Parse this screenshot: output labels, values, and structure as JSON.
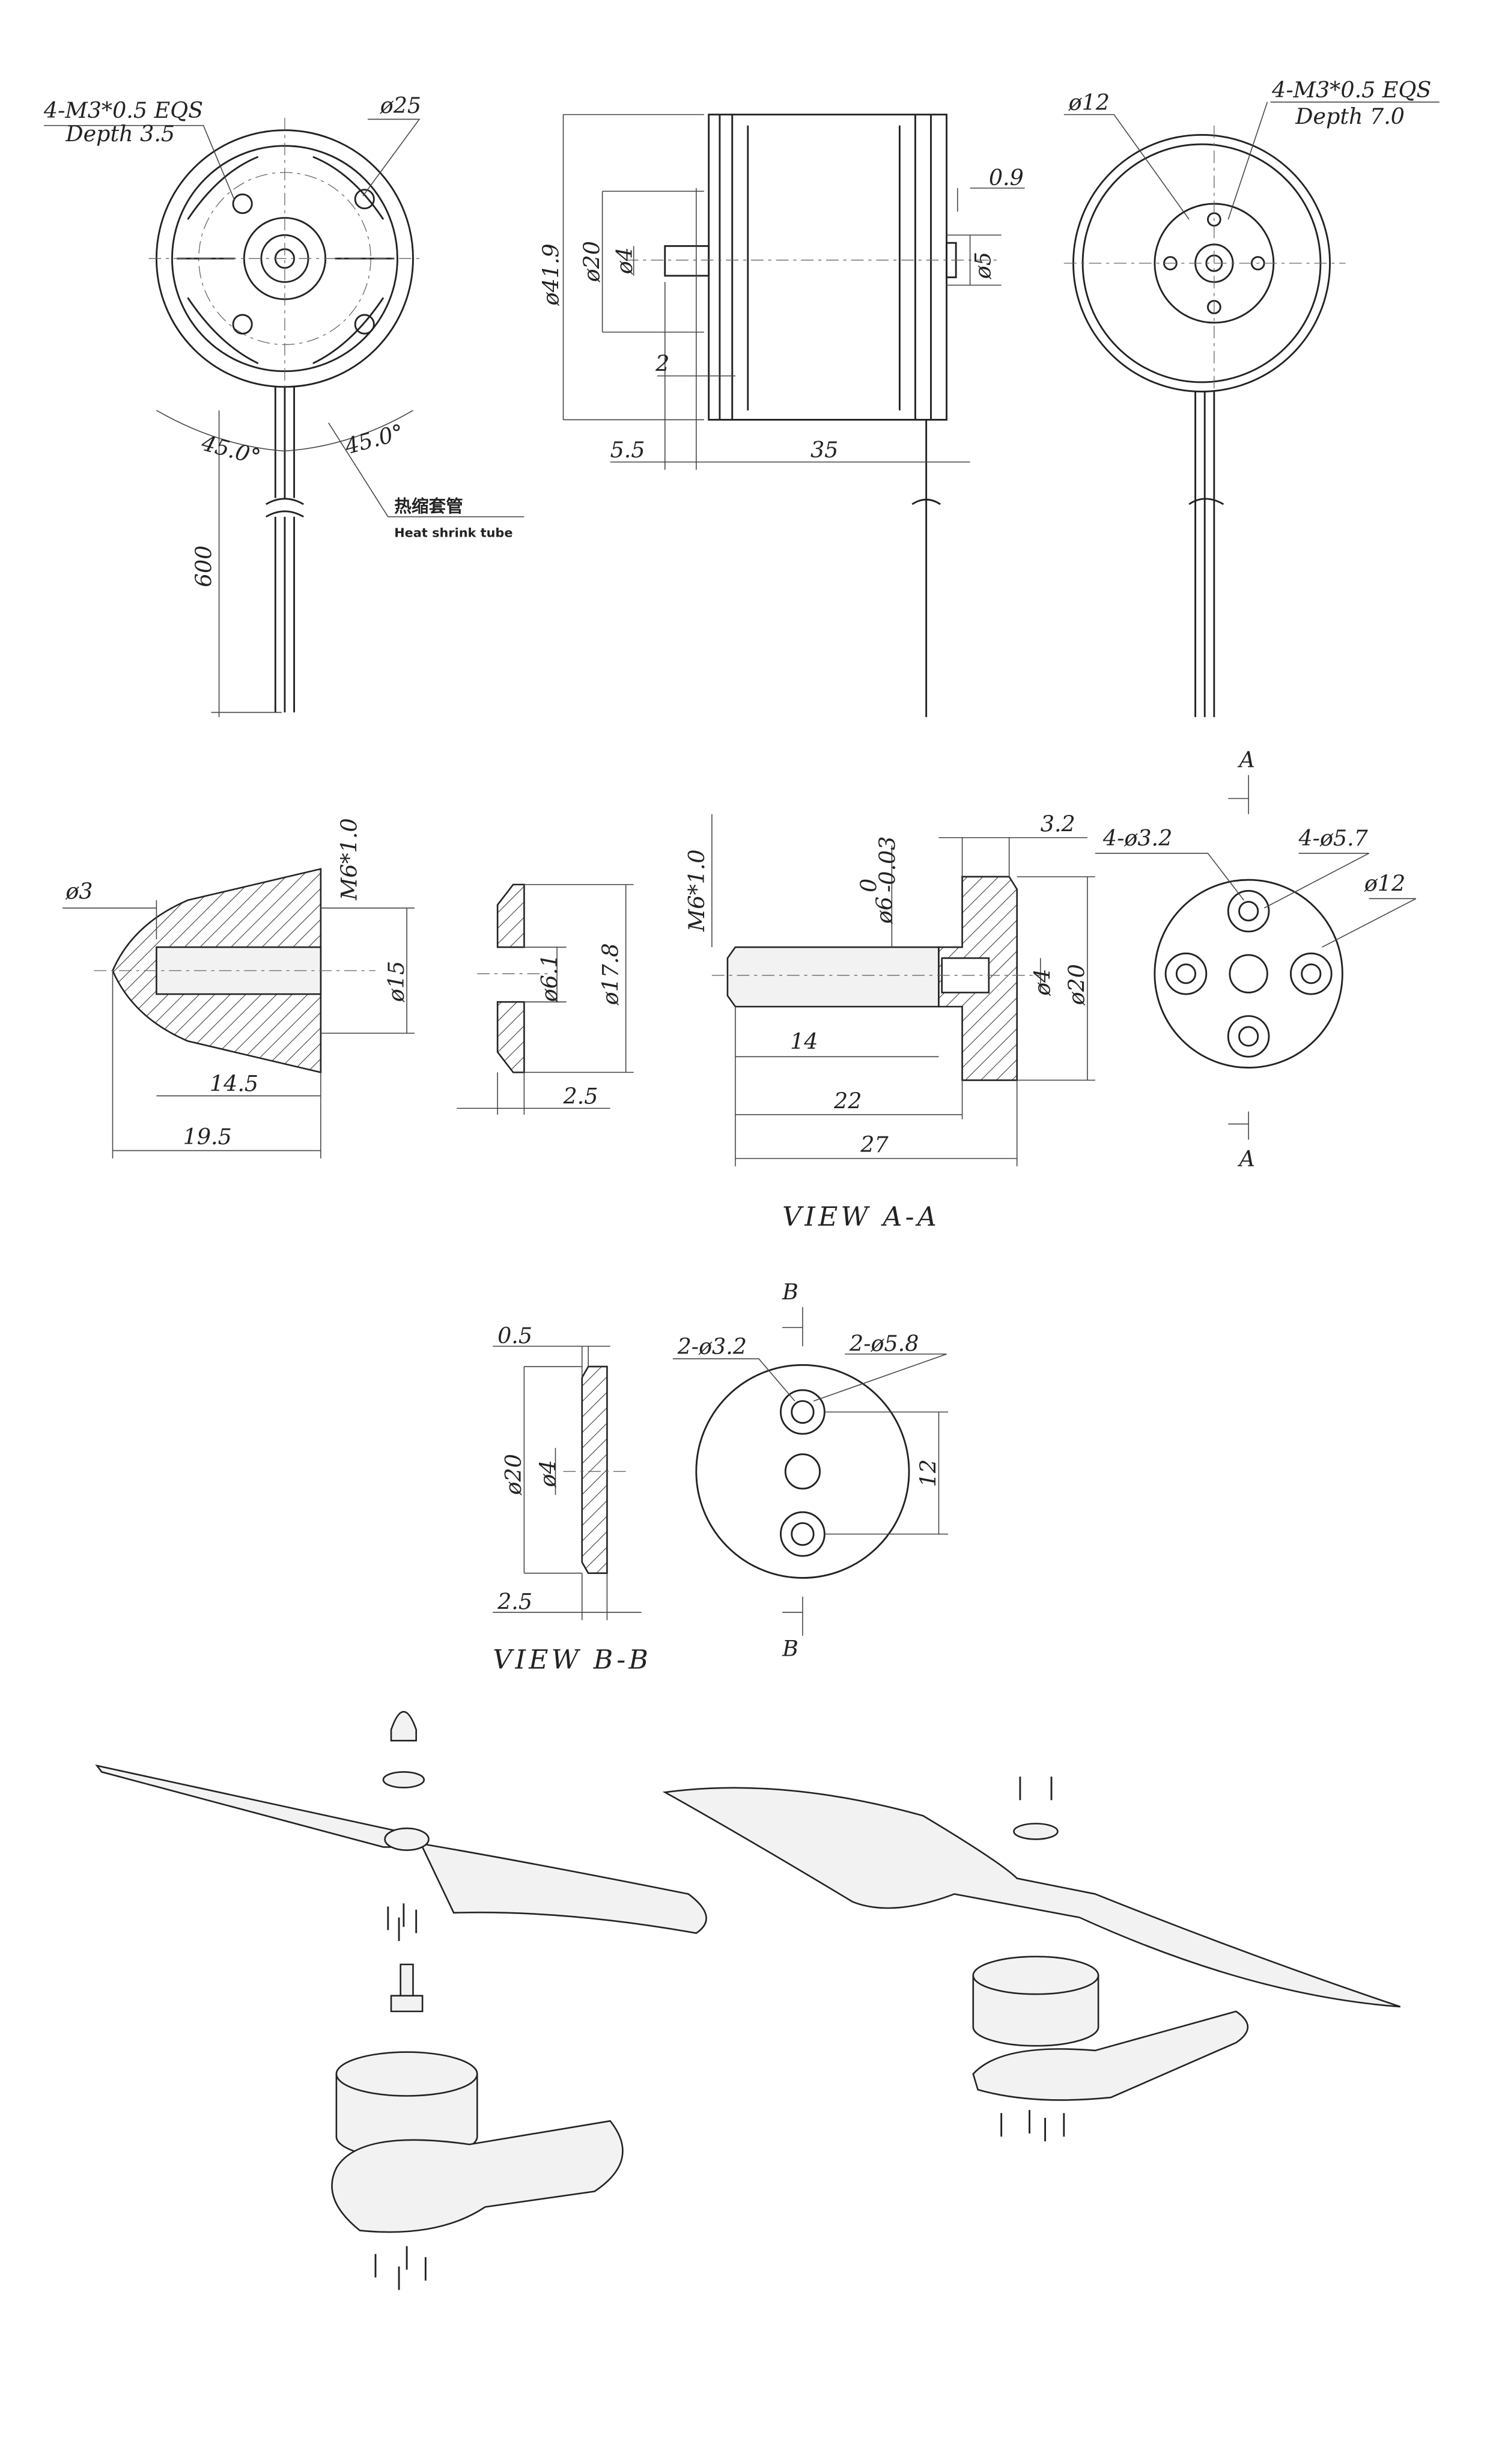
{
  "front_view": {
    "thread_callout": "4-M3*0.5 EQS",
    "depth": "Depth 3.5",
    "pcd": "ø25",
    "angle_left": "45.0°",
    "angle_right": "45.0°",
    "heat_shrink_cn": "热缩套管",
    "heat_shrink_en": "Heat shrink tube",
    "lead_length": "600"
  },
  "side_view": {
    "body_diameter": "ø41.9",
    "flange_diameter": "ø20",
    "shaft_diameter": "ø4",
    "shaft_step": "2",
    "shaft_length": "5.5",
    "body_length": "35",
    "rear_offset": "0.9",
    "rear_boss": "ø5"
  },
  "rear_view": {
    "pcd": "ø12",
    "thread_callout": "4-M3*0.5 EQS",
    "depth": "Depth 7.0"
  },
  "spinner": {
    "tip": "ø3",
    "thread": "M6*1.0",
    "diameter": "ø15",
    "inner_length": "14.5",
    "total_length": "19.5"
  },
  "washer": {
    "bore": "ø6.1",
    "diameter": "ø17.8",
    "thickness": "2.5"
  },
  "adapter": {
    "thread": "M6*1.0",
    "shaft": "ø6",
    "tol_upper": "0",
    "tol_lower": "-0.03",
    "flange_thickness": "3.2",
    "bore": "ø4",
    "flange_diameter": "ø20",
    "thread_length": "14",
    "length_a": "22",
    "length_total": "27"
  },
  "view_a": {
    "mark_top": "A",
    "mark_bottom": "A",
    "small_holes": "4-ø3.2",
    "large_holes": "4-ø5.7",
    "pcd": "ø12",
    "title": "VIEW A-A"
  },
  "view_b": {
    "mark_top": "B",
    "mark_bottom": "B",
    "thickness_step": "0.5",
    "diameter": "ø20",
    "bore": "ø4",
    "thickness": "2.5",
    "small_holes": "2-ø3.2",
    "large_holes": "2-ø5.8",
    "spacing": "12",
    "title": "VIEW B-B"
  }
}
